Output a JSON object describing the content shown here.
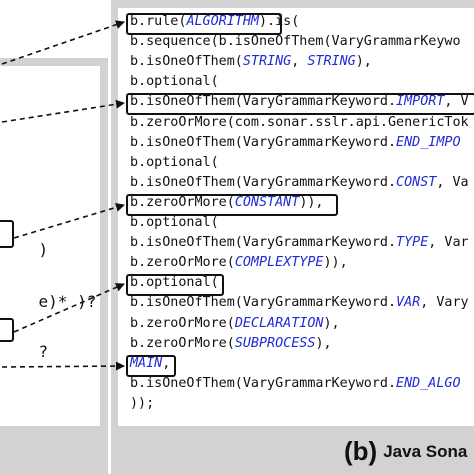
{
  "figure": {
    "panel_b_caption": {
      "tag": "(b)",
      "text": "Java Sona"
    }
  },
  "left_panel": {
    "lines": [
      {
        "text": ")"
      },
      {
        "text": "e)* )?"
      },
      {
        "text": "?"
      }
    ]
  },
  "code_lines": [
    [
      {
        "t": "b.rule("
      },
      {
        "t": "ALGORITHM",
        "kw": true
      },
      {
        "t": ").is("
      }
    ],
    [
      {
        "t": "b.sequence(b.isOneOfThem(VaryGrammarKeywo"
      }
    ],
    [
      {
        "t": "b.isOneOfThem("
      },
      {
        "t": "STRING",
        "kw": true
      },
      {
        "t": ", "
      },
      {
        "t": "STRING",
        "kw": true
      },
      {
        "t": "),"
      }
    ],
    [
      {
        "t": "b.optional("
      }
    ],
    [
      {
        "t": "b.isOneOfThem(VaryGrammarKeyword."
      },
      {
        "t": "IMPORT",
        "kw": true
      },
      {
        "t": ", V"
      }
    ],
    [
      {
        "t": "b.zeroOrMore(com.sonar.sslr.api.GenericTok"
      }
    ],
    [
      {
        "t": "b.isOneOfThem(VaryGrammarKeyword."
      },
      {
        "t": "END_IMPO",
        "kw": true
      }
    ],
    [
      {
        "t": "b.optional("
      }
    ],
    [
      {
        "t": "b.isOneOfThem(VaryGrammarKeyword."
      },
      {
        "t": "CONST",
        "kw": true
      },
      {
        "t": ", Va"
      }
    ],
    [
      {
        "t": "b.zeroOrMore("
      },
      {
        "t": "CONSTANT",
        "kw": true
      },
      {
        "t": ")),"
      }
    ],
    [
      {
        "t": "b.optional("
      }
    ],
    [
      {
        "t": "b.isOneOfThem(VaryGrammarKeyword."
      },
      {
        "t": "TYPE",
        "kw": true
      },
      {
        "t": ", Var"
      }
    ],
    [
      {
        "t": "b.zeroOrMore("
      },
      {
        "t": "COMPLEXTYPE",
        "kw": true
      },
      {
        "t": ")),"
      }
    ],
    [
      {
        "t": "b.optional("
      }
    ],
    [
      {
        "t": "b.isOneOfThem(VaryGrammarKeyword."
      },
      {
        "t": "VAR",
        "kw": true
      },
      {
        "t": ", Vary"
      }
    ],
    [
      {
        "t": "b.zeroOrMore("
      },
      {
        "t": "DECLARATION",
        "kw": true
      },
      {
        "t": "),"
      }
    ],
    [
      {
        "t": "b.zeroOrMore("
      },
      {
        "t": "SUBPROCESS",
        "kw": true
      },
      {
        "t": "),"
      }
    ],
    [
      {
        "t": "MAIN",
        "kw": true
      },
      {
        "t": ","
      }
    ],
    [
      {
        "t": "b.isOneOfThem(VaryGrammarKeyword."
      },
      {
        "t": "END_ALGO",
        "kw": true
      }
    ],
    [
      {
        "t": "));"
      }
    ]
  ],
  "colors": {
    "keyword": "#1f2bd6",
    "panel_frame": "#d2d2d2",
    "outline": "#111111"
  }
}
